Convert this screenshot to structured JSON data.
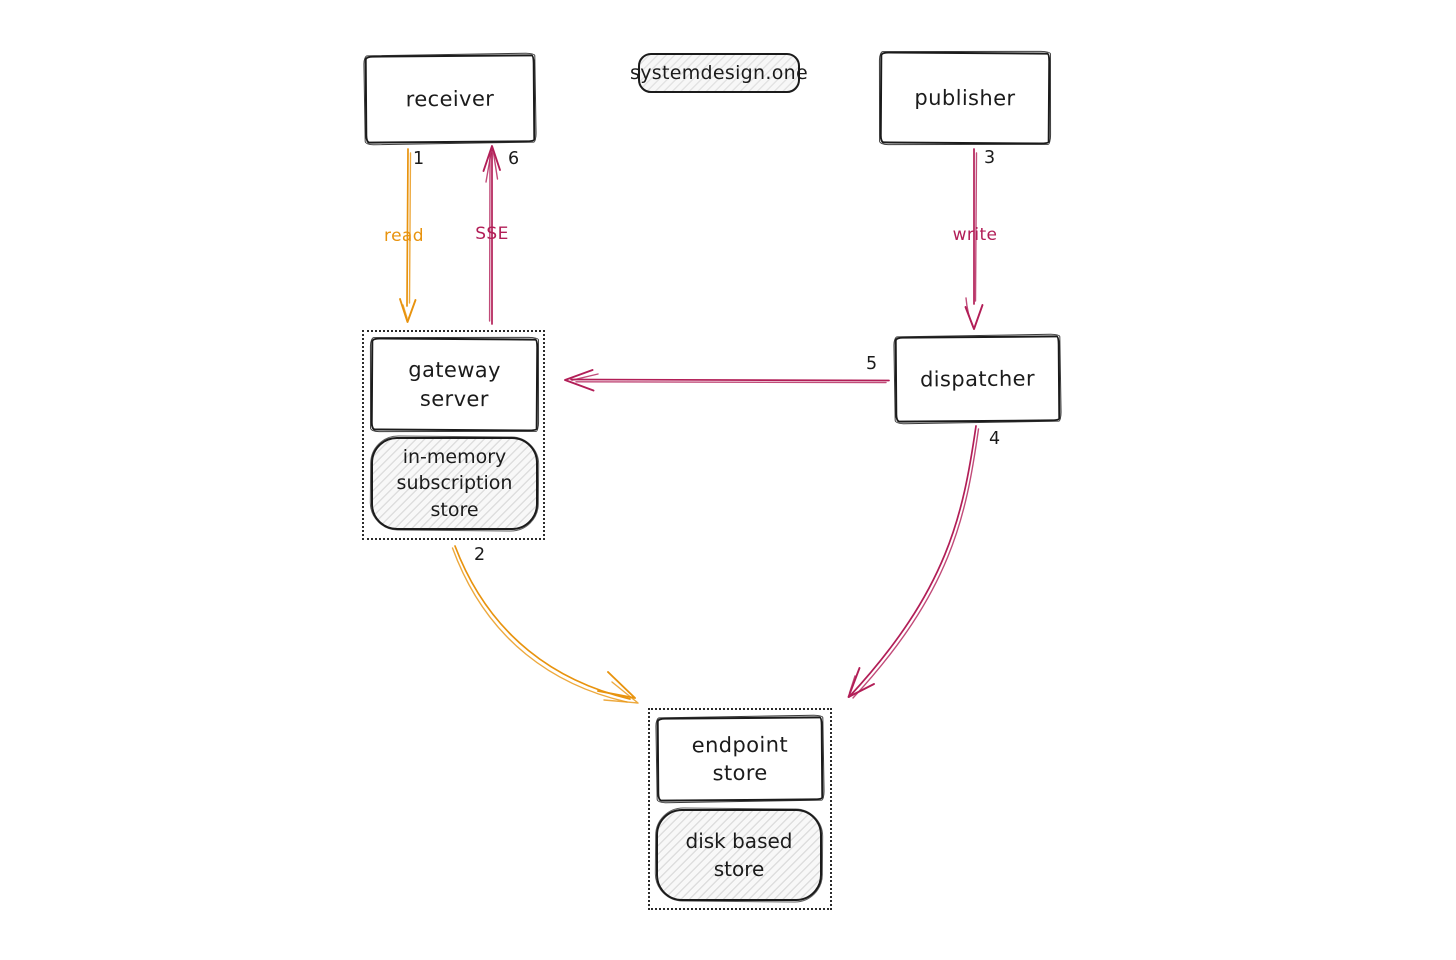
{
  "badge": {
    "label": "systemdesign.one"
  },
  "nodes": {
    "receiver": {
      "label": "receiver"
    },
    "publisher": {
      "label": "publisher"
    },
    "gateway": {
      "label": "gateway server"
    },
    "gateway_store": {
      "label": "in-memory subscription store"
    },
    "dispatcher": {
      "label": "dispatcher"
    },
    "endpoint": {
      "label": "endpoint store"
    },
    "endpoint_store": {
      "label": "disk based store"
    }
  },
  "edges": {
    "read": {
      "label": "read",
      "step": "1"
    },
    "sse": {
      "label": "SSE",
      "step": "6"
    },
    "write": {
      "label": "write",
      "step": "3"
    },
    "gateway_to_endpoint": {
      "step": "2"
    },
    "dispatcher_to_endpoint": {
      "step": "4"
    },
    "dispatcher_to_gateway": {
      "step": "5"
    }
  },
  "colors": {
    "orange": "#e8930e",
    "crimson": "#b21e57",
    "ink": "#1b1b1b"
  }
}
